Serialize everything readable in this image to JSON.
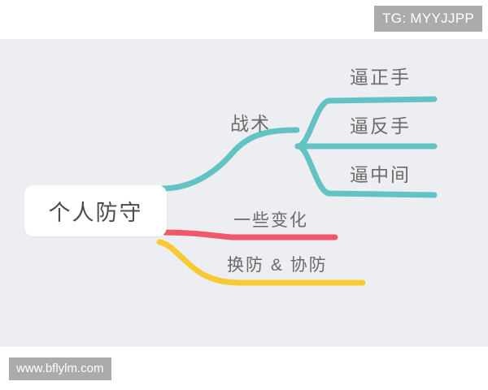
{
  "overlay": {
    "tg_badge": "TG: MYYJJPP",
    "watermark": "www.bflylm.com"
  },
  "mindmap": {
    "root": {
      "label": "个人防守"
    },
    "branches": [
      {
        "label": "战术",
        "color": "#63c3c4",
        "children": [
          {
            "label": "逼正手",
            "color": "#63c3c4"
          },
          {
            "label": "逼反手",
            "color": "#63c3c4"
          },
          {
            "label": "逼中间",
            "color": "#63c3c4"
          }
        ]
      },
      {
        "label": "一些变化",
        "color": "#f2566a",
        "children": []
      },
      {
        "label": "换防 & 协防",
        "color": "#f7c933",
        "children": []
      }
    ]
  },
  "colors": {
    "canvas_background": "#eceef1",
    "page_background": "#ffffff",
    "node_text": "#6b6b6b",
    "root_text": "#4c4c4c",
    "badge_background": "#a9abad",
    "badge_text": "#ffffff",
    "teal": "#63c3c4",
    "red": "#f2566a",
    "yellow": "#f7c933"
  }
}
